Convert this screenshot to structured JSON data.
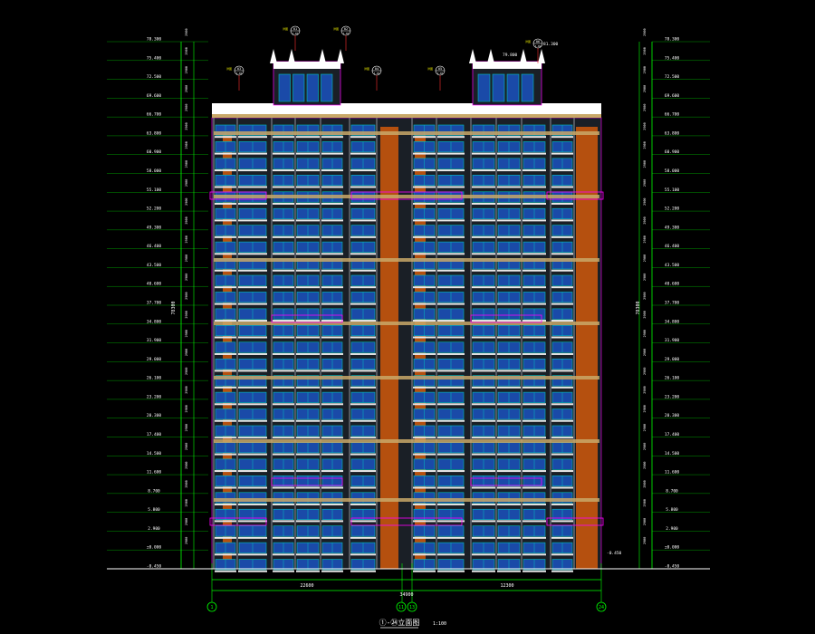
{
  "drawing": {
    "title": "①-㉔立面图",
    "scale": "1:100",
    "colors": {
      "background": "#000000",
      "dimension": "#00ff00",
      "elevation_text": "#ffffff",
      "roof": "#ffffff",
      "facade_grey": "#7a7f86",
      "window_cyan": "#00c0c0",
      "window_blue": "#1a4aa8",
      "band_tan": "#c9a868",
      "accent_orange": "#b5500f",
      "outline_magenta": "#ff00ff",
      "leader_red": "#ff3030",
      "tag_yellow": "#e0e000"
    }
  },
  "axes": {
    "left_label": "1",
    "mid_label_a": "11",
    "mid_label_b": "13",
    "right_label": "24"
  },
  "dimensions": {
    "overall": "34900",
    "left_span": "22600",
    "right_span": "12300",
    "total_height_left": "78300",
    "total_height_right": "78300",
    "floor_height": "2900"
  },
  "elevations": {
    "left": [
      "-0.450",
      "±0.000",
      "2.900",
      "5.800",
      "8.700",
      "11.600",
      "14.500",
      "17.400",
      "20.300",
      "23.200",
      "26.100",
      "29.000",
      "31.900",
      "34.800",
      "37.700",
      "40.600",
      "43.500",
      "46.400",
      "49.300",
      "52.200",
      "55.100",
      "58.000",
      "60.900",
      "63.800",
      "66.700",
      "69.600",
      "72.500",
      "75.400",
      "78.300"
    ],
    "right": [
      "-0.450",
      "±0.000",
      "2.900",
      "5.800",
      "8.700",
      "11.600",
      "14.500",
      "17.400",
      "20.300",
      "23.200",
      "26.100",
      "29.000",
      "31.900",
      "34.800",
      "37.700",
      "40.600",
      "43.500",
      "46.400",
      "49.300",
      "52.200",
      "55.100",
      "58.000",
      "60.900",
      "63.800",
      "66.700",
      "69.600",
      "72.500",
      "75.400",
      "78.300"
    ],
    "roof_top": "81.300",
    "parapet": "79.800",
    "ground_right": "-0.450"
  },
  "callouts": [
    {
      "code": "01",
      "sheet": "J-01",
      "label": "详图"
    },
    {
      "code": "02",
      "sheet": "J-01",
      "label": "详图"
    },
    {
      "code": "03",
      "sheet": "J-01",
      "label": "详图"
    },
    {
      "code": "04",
      "sheet": "J-01",
      "label": "详图"
    },
    {
      "code": "05",
      "sheet": "J-01",
      "label": "详图"
    },
    {
      "code": "06",
      "sheet": "J-02",
      "label": "详图"
    }
  ]
}
